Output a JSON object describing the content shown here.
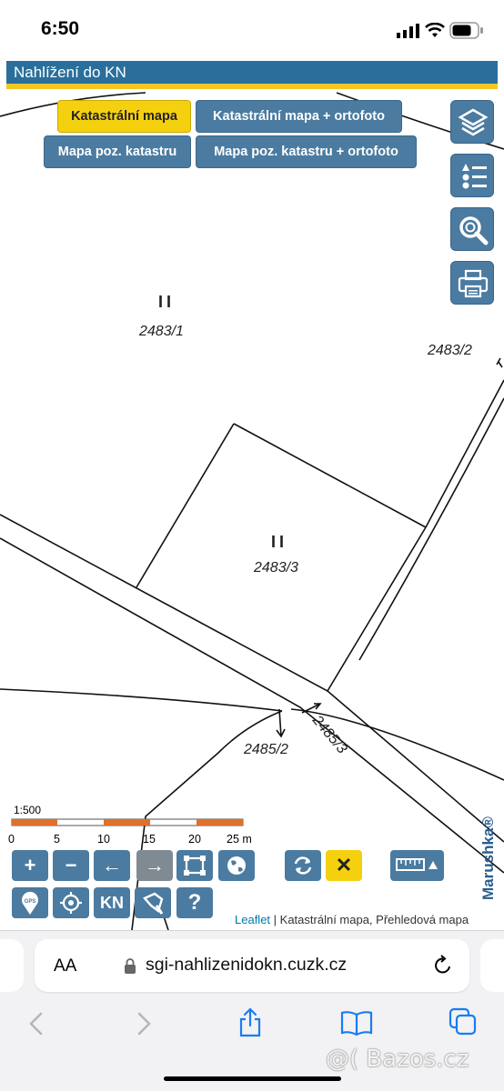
{
  "status": {
    "time": "6:50"
  },
  "header": {
    "title": "Nahlížení do KN"
  },
  "layers": {
    "cadastral": "Katastrální mapa",
    "cadastral_ortho": "Katastrální mapa + ortofoto",
    "land_consolidation": "Mapa poz. katastru",
    "land_consolidation_ortho": "Mapa poz. katastru + ortofoto"
  },
  "parcels": {
    "p1_label": "2483/1",
    "p1_mark": "II",
    "p2_label": "2483/2",
    "p3_label": "2483/3",
    "p3_mark": "II",
    "p4_label": "2485/3",
    "p5_label": "2485/2"
  },
  "scale": {
    "ratio": "1:500",
    "ticks": [
      "0",
      "5",
      "10",
      "15",
      "20",
      "25 m"
    ]
  },
  "controls": {
    "zoom_in": "+",
    "zoom_out": "−",
    "back": "←",
    "forward": "→",
    "close": "✕",
    "kn": "KN",
    "help": "?",
    "gps": "GPS"
  },
  "attribution": {
    "leaflet": "Leaflet",
    "separator": " | ",
    "layers_text": "Katastrální mapa, Přehledová mapa"
  },
  "logo": {
    "text": "Marushka®"
  },
  "browser": {
    "aa": "AA",
    "url": "sgi-nahlizenidokn.cuzk.cz"
  },
  "watermark": {
    "text": "@( Bazos.cz"
  },
  "colors": {
    "accent": "#4b7ba0",
    "active": "#f5d00f",
    "header": "#2a6f9c",
    "header_stripe": "#f3c623"
  }
}
